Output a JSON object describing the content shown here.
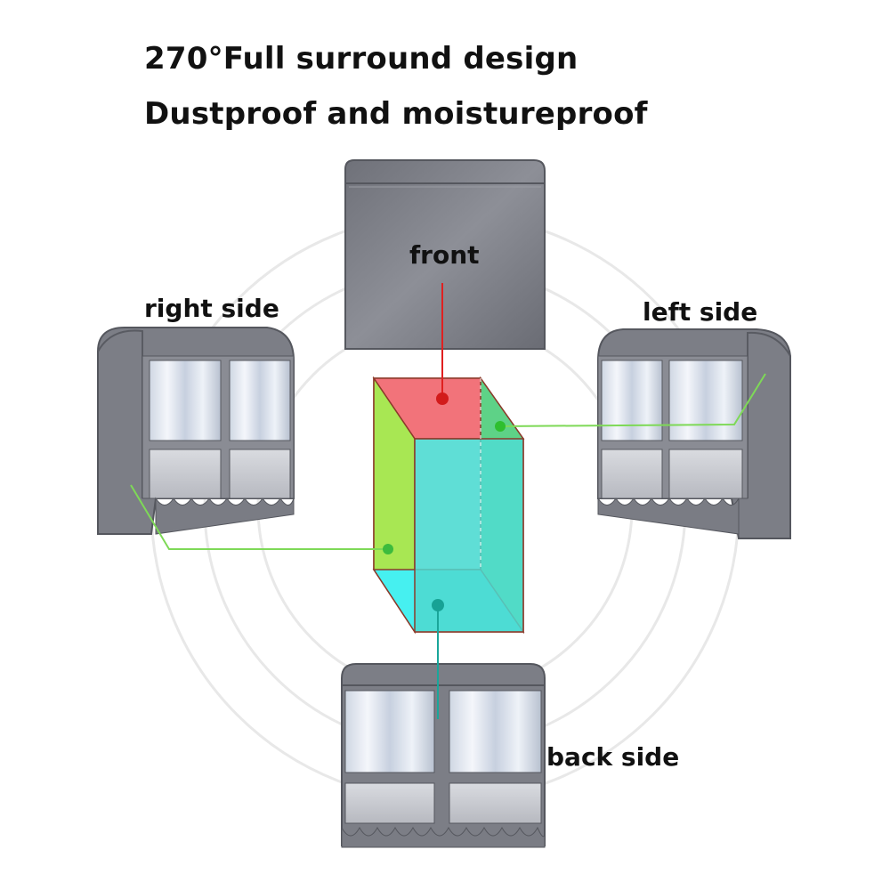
{
  "headline": {
    "line1": "270°Full surround design",
    "line2": "Dustproof and moistureproof"
  },
  "labels": {
    "front": "front",
    "right_side": "right side",
    "left_side": "left side",
    "back_side": "back side"
  },
  "colors": {
    "cover_gray": "#8a8c94",
    "cover_dark": "#5f6169",
    "face_top": "#f2737a",
    "face_side": "#a6e64a",
    "face_front": "#4fe3d3",
    "face_bottom": "#46f0f0",
    "leader_red": "#e02020",
    "leader_green": "#7ed957",
    "leader_teal": "#1aa69a",
    "ring": "#e6e6e6"
  },
  "icons": [
    "wardrobe-cover-icon",
    "wireframe-box-icon"
  ]
}
